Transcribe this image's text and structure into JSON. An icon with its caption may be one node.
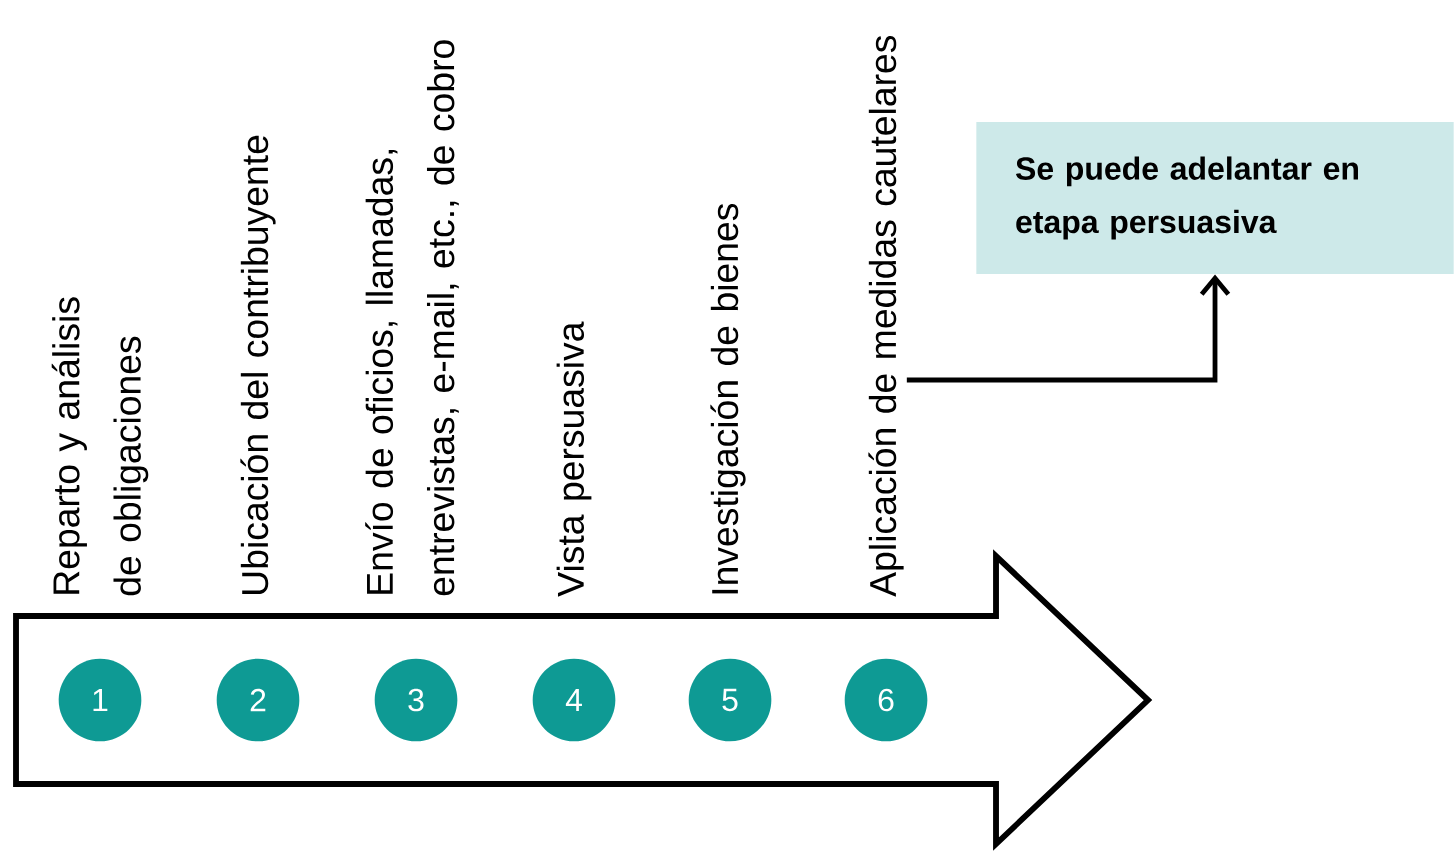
{
  "diagram": {
    "nodes": [
      {
        "text": [],
        "shape": "arrow"
      },
      {
        "text": [
          "Reparto y análisis de obligaciones"
        ]
      },
      {
        "text": [
          "Ubicación del contribuyente"
        ]
      },
      {
        "text": [
          "Envío de oficios, llamadas, entrevistas, e-mail, etc., de cobro"
        ]
      },
      {
        "text": [
          "Vista persuasiva"
        ]
      },
      {
        "text": [
          "Investigación de bienes"
        ]
      },
      {
        "text": [
          "Aplicación de medidas cautelares"
        ]
      },
      {
        "text": [
          "1"
        ],
        "in": 0
      },
      {
        "text": [
          "2"
        ],
        "in": 0
      },
      {
        "text": [
          "3"
        ],
        "in": 0
      },
      {
        "text": [
          "4"
        ],
        "in": 0
      },
      {
        "text": [
          "5"
        ],
        "in": 0
      },
      {
        "text": [
          "6"
        ],
        "in": 0
      },
      {
        "text": [
          "Se puede adelantar en etapa persuasiva"
        ]
      }
    ],
    "edges": [
      {
        "from": 6,
        "to": 13,
        "arrow": "to"
      }
    ]
  }
}
